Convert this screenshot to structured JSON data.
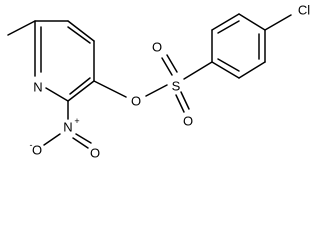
{
  "molecule": {
    "atoms": {
      "N_ring": "N",
      "O_ester": "O",
      "S": "S",
      "O_s_top": "O",
      "O_s_bottom": "O",
      "N_nitro": "N",
      "O_nitro_left": "O",
      "O_nitro_right": "O",
      "Cl": "Cl"
    },
    "charges": {
      "N_nitro": "+",
      "O_nitro_left": "-"
    }
  }
}
